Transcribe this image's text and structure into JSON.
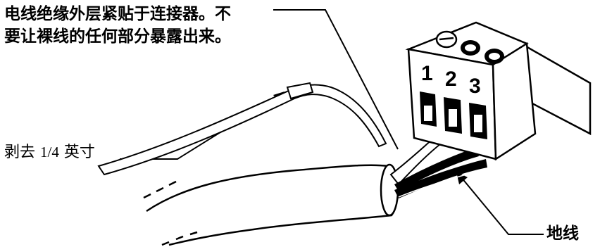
{
  "labels": {
    "insulation_note_line1": "电线绝缘外层紧贴于连接器。不",
    "insulation_note_line2": "要让裸线的任何部分暴露出来。",
    "strip_prefix": "剥去",
    "strip_amount": "1/4",
    "strip_suffix": "英寸",
    "ground": "地线"
  },
  "connector": {
    "terminals": [
      "1",
      "2",
      "3"
    ]
  },
  "colors": {
    "line": "#000000",
    "fill": "#ffffff",
    "shadow": "#000000"
  }
}
